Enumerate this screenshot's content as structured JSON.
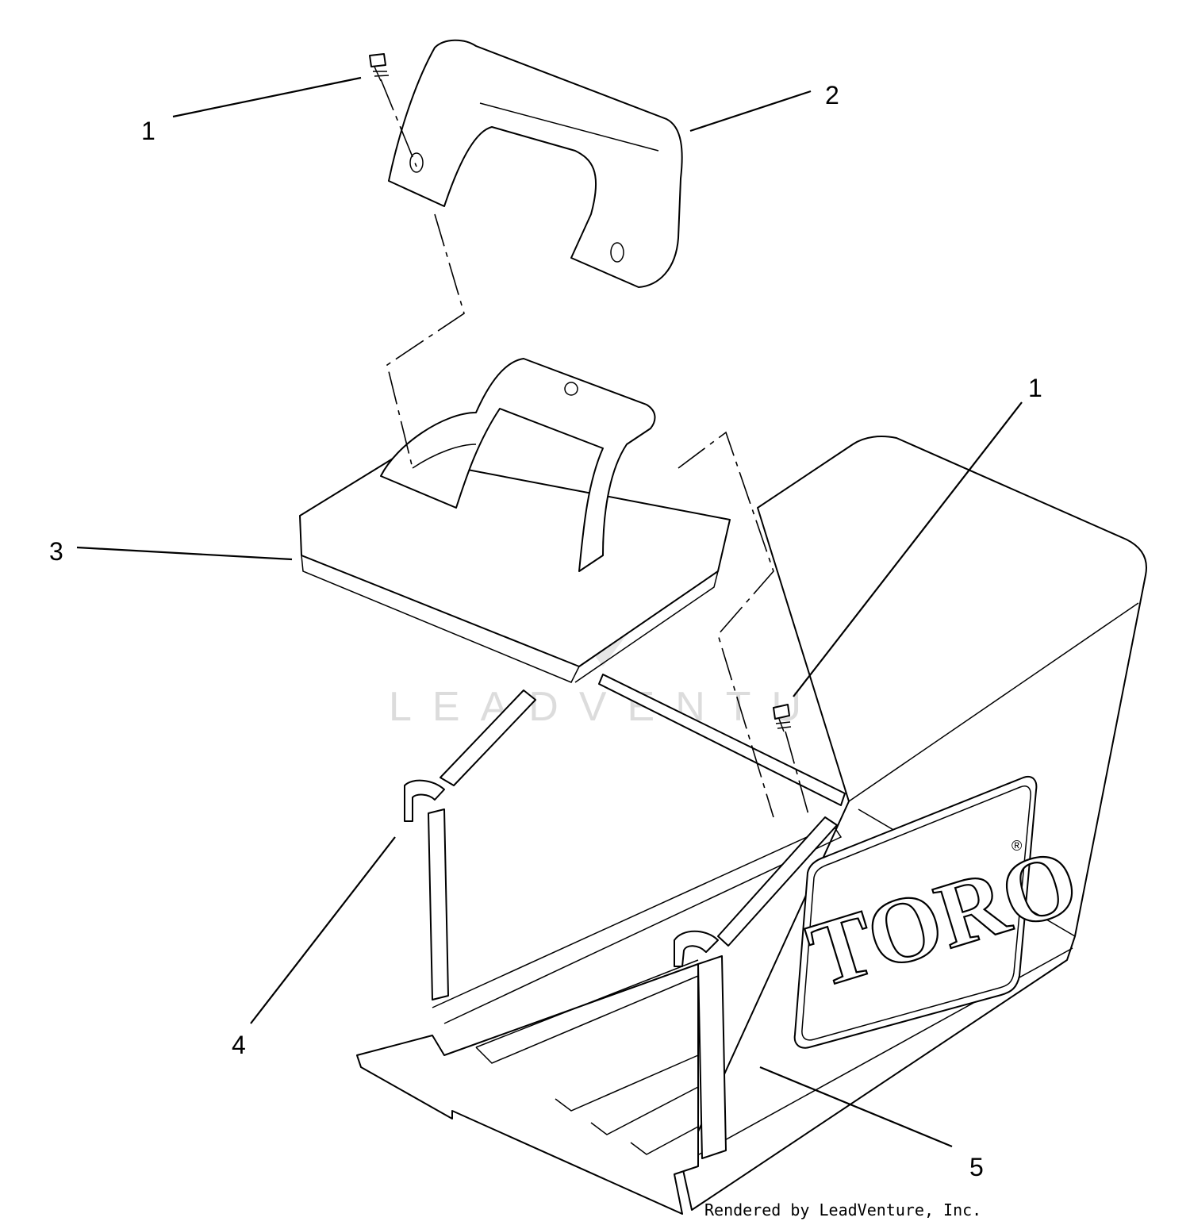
{
  "callouts": [
    {
      "id": "c1a",
      "label": "1"
    },
    {
      "id": "c2",
      "label": "2"
    },
    {
      "id": "c1b",
      "label": "1"
    },
    {
      "id": "c3",
      "label": "3"
    },
    {
      "id": "c4",
      "label": "4"
    },
    {
      "id": "c5",
      "label": "5"
    }
  ],
  "brand_logo_text": "TORO",
  "registered_mark": "®",
  "watermark_text": "LEADVENTURE",
  "footer_text": "Rendered by LeadVenture, Inc."
}
